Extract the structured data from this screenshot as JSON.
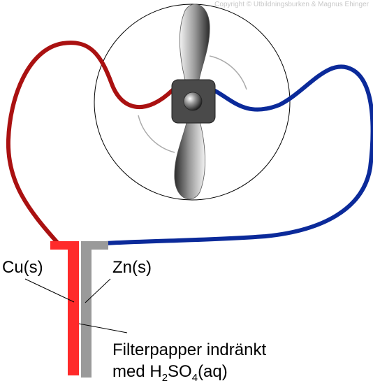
{
  "copyright": "Copyright © Utbildningsburken & Magnus Ehinger",
  "labels": {
    "cu": "Cu(s)",
    "zn": "Zn(s)",
    "filter_line1": "Filterpapper indränkt",
    "filter_line2_prefix": "med H",
    "filter_line2_sub1": "2",
    "filter_line2_mid": "SO",
    "filter_line2_sub2": "4",
    "filter_line2_suffix": "(aq)"
  },
  "colors": {
    "copper_wire": "#aa1111",
    "zinc_wire": "#0b2a9a",
    "copper_electrode": "#ff2a2a",
    "zinc_electrode": "#9a9a9a",
    "motor_body": "#4a4a4a"
  },
  "icons": {
    "propeller": "propeller-icon",
    "motor": "motor-icon"
  }
}
